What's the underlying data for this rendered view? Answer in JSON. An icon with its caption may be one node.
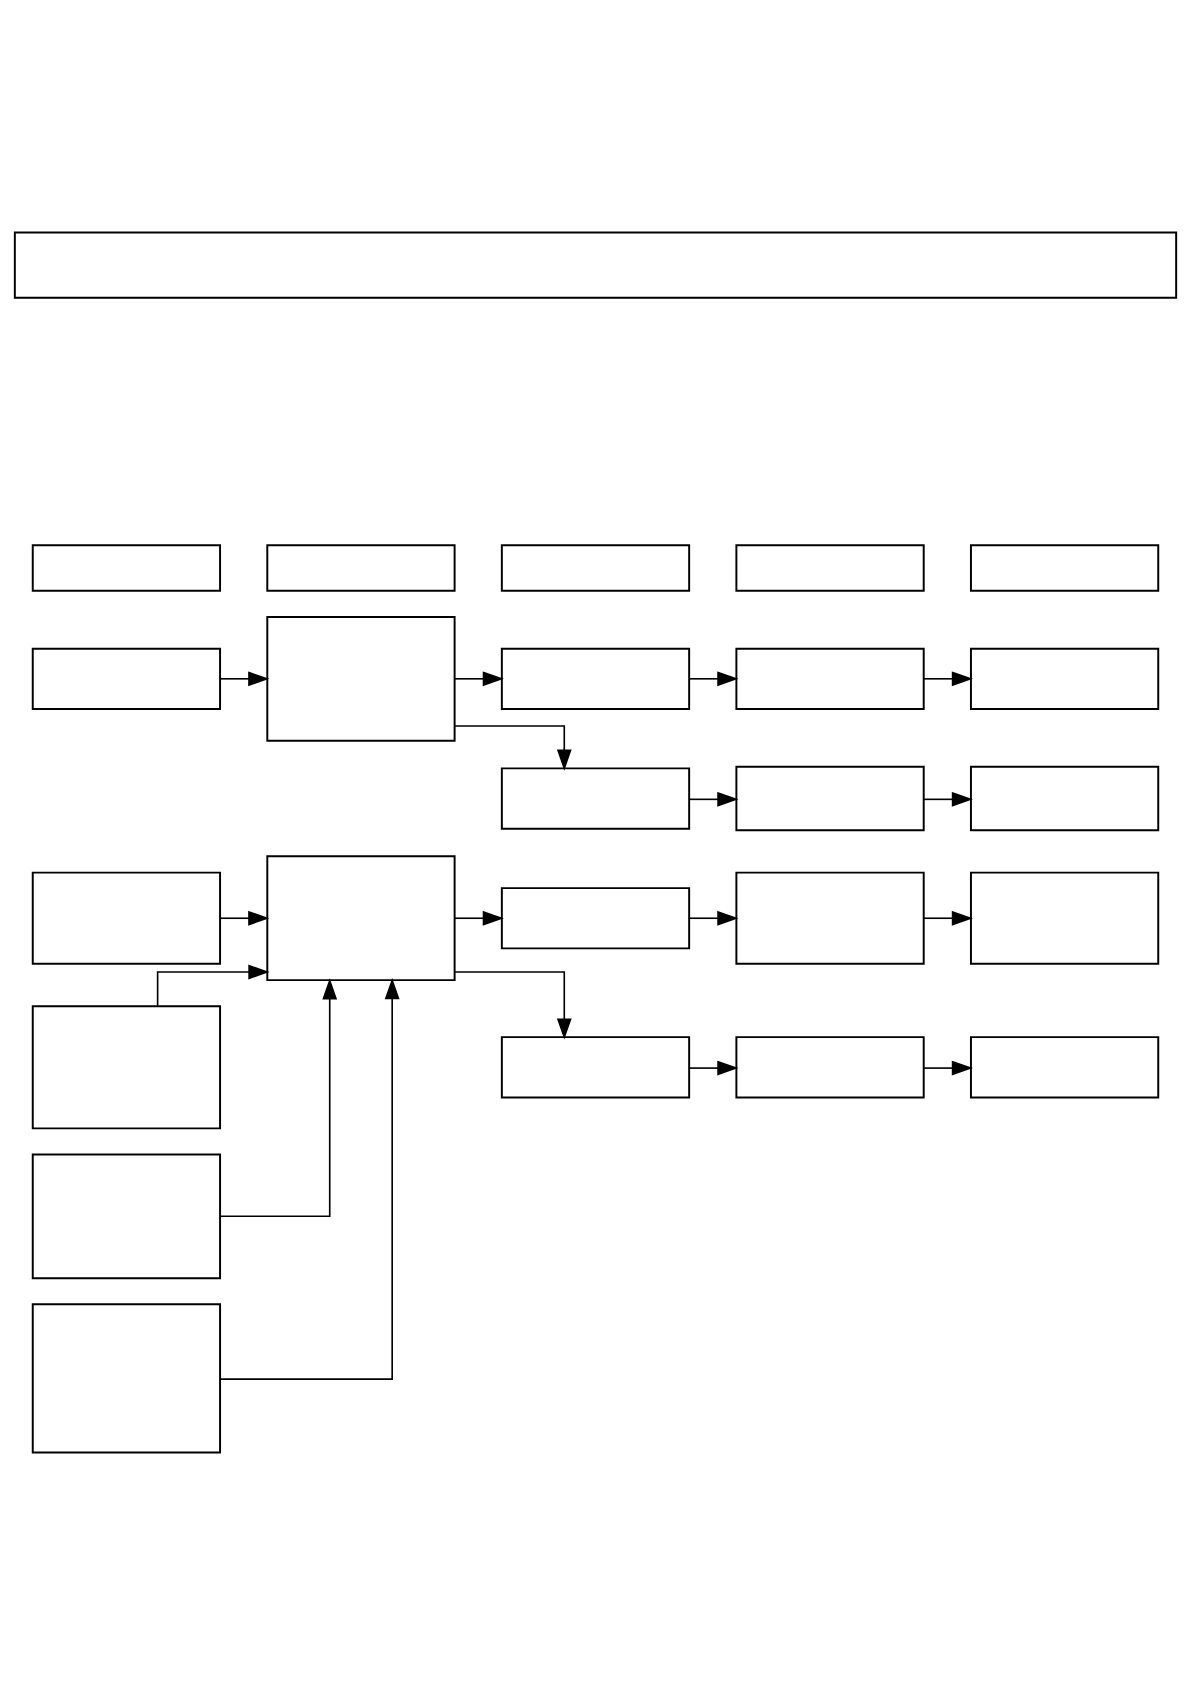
{
  "diagram": {
    "nodes": [
      {
        "text": [],
        "shape": "box"
      },
      {
        "text": [],
        "shape": "box"
      },
      {
        "text": [],
        "shape": "box"
      },
      {
        "text": [],
        "shape": "box"
      },
      {
        "text": [],
        "shape": "box"
      },
      {
        "text": [],
        "shape": "box"
      },
      {
        "text": [],
        "shape": "box"
      },
      {
        "text": [],
        "shape": "box"
      },
      {
        "text": [],
        "shape": "box"
      },
      {
        "text": [],
        "shape": "box"
      },
      {
        "text": [],
        "shape": "box"
      },
      {
        "text": [],
        "shape": "box"
      },
      {
        "text": [],
        "shape": "box"
      },
      {
        "text": [],
        "shape": "box"
      },
      {
        "text": [],
        "shape": "box"
      },
      {
        "text": [],
        "shape": "box"
      },
      {
        "text": [],
        "shape": "box"
      },
      {
        "text": [],
        "shape": "box"
      },
      {
        "text": [],
        "shape": "box"
      },
      {
        "text": [],
        "shape": "box"
      },
      {
        "text": [],
        "shape": "box"
      },
      {
        "text": [],
        "shape": "box"
      },
      {
        "text": [],
        "shape": "box"
      },
      {
        "text": [],
        "shape": "box"
      },
      {
        "text": [],
        "shape": "box"
      }
    ],
    "edges": [
      {
        "from": 6,
        "to": 7,
        "arrow": "to"
      },
      {
        "from": 7,
        "to": 8,
        "arrow": "to"
      },
      {
        "from": 7,
        "to": 11,
        "arrow": "to"
      },
      {
        "from": 8,
        "to": 9,
        "arrow": "to"
      },
      {
        "from": 9,
        "to": 10,
        "arrow": "to"
      },
      {
        "from": 11,
        "to": 12,
        "arrow": "to"
      },
      {
        "from": 12,
        "to": 13,
        "arrow": "to"
      },
      {
        "from": 14,
        "to": 15,
        "arrow": "to"
      },
      {
        "from": 19,
        "to": 15,
        "arrow": "to"
      },
      {
        "from": 23,
        "to": 15,
        "arrow": "to"
      },
      {
        "from": 24,
        "to": 15,
        "arrow": "to"
      },
      {
        "from": 15,
        "to": 16,
        "arrow": "to"
      },
      {
        "from": 15,
        "to": 20,
        "arrow": "to"
      },
      {
        "from": 16,
        "to": 17,
        "arrow": "to"
      },
      {
        "from": 17,
        "to": 18,
        "arrow": "to"
      },
      {
        "from": 20,
        "to": 21,
        "arrow": "to"
      },
      {
        "from": 21,
        "to": 22,
        "arrow": "to"
      }
    ]
  }
}
